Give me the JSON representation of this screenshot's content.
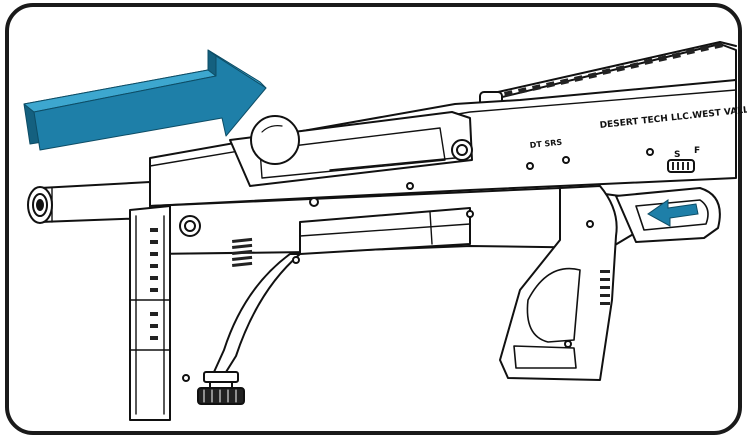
{
  "colors": {
    "frame": "#1a1a1a",
    "arrow_top": "#3da7cf",
    "arrow_front": "#1e7fa8",
    "arrow_side": "#14607f",
    "line": "#111111"
  },
  "engraving": {
    "maker": "DESERT TECH LLC.WEST VALLEY CITY.",
    "model": "DT SRS",
    "safe": "S",
    "fire": "F"
  },
  "icons": {
    "large_arrow": "push-right-arrow",
    "small_arrow": "push-left-arrow"
  }
}
